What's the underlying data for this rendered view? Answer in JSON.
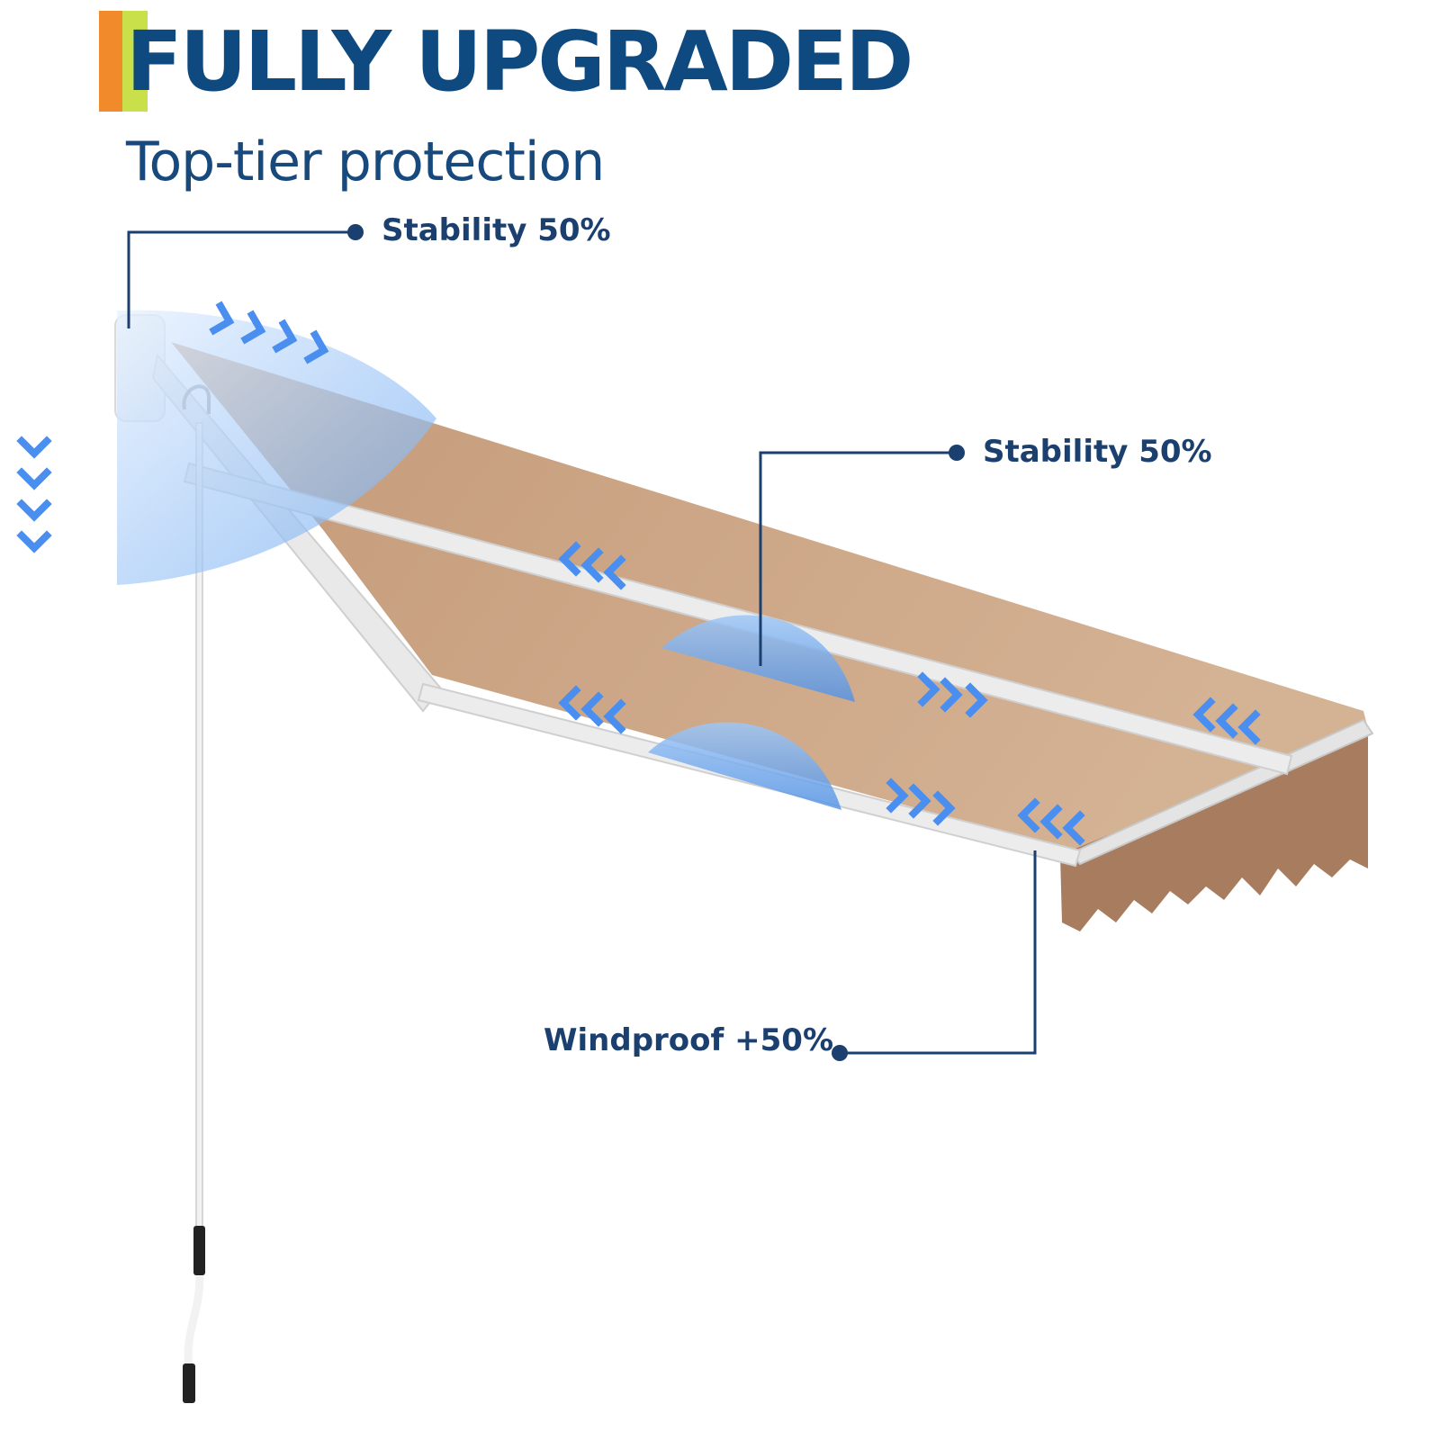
{
  "header": {
    "title": "FULLY UPGRADED",
    "subtitle": "Top-tier protection"
  },
  "callouts": {
    "frame_stability": "Stability 50%",
    "arm_stability": "Stability 50%",
    "windproof": "Windproof +50%"
  },
  "colors": {
    "title_blue": "#0e4a80",
    "callout_blue": "#1b3f6f",
    "accent_orange": "#f08a2a",
    "accent_green": "#c9e04a",
    "canopy_tan": "#c8a484",
    "highlight_blue": "#5aa0ef"
  },
  "icons": [
    "chevron-arrow-icon",
    "callout-dot-icon"
  ]
}
